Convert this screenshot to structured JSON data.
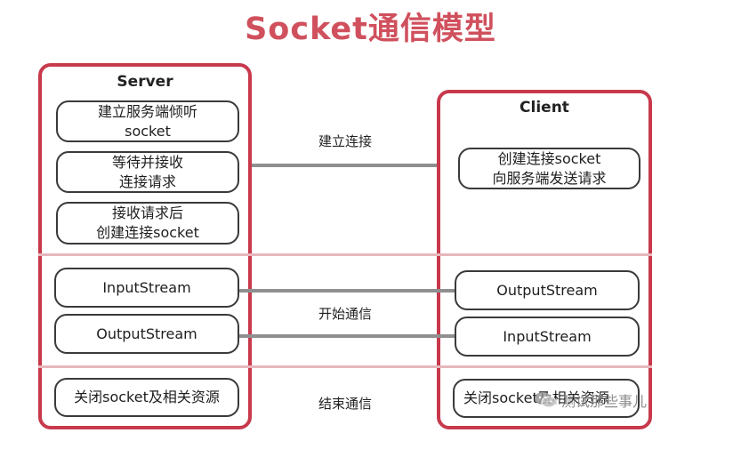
{
  "title": "Socket通信模型",
  "server": {
    "title": "Server",
    "steps": [
      {
        "line1": "建立服务端倾听",
        "line2": "socket"
      },
      {
        "line1": "等待并接收",
        "line2": "连接请求"
      },
      {
        "line1": "接收请求后",
        "line2": "创建连接socket"
      }
    ],
    "stream_in": "InputStream",
    "stream_out": "OutputStream",
    "close": "关闭socket及相关资源"
  },
  "client": {
    "title": "Client",
    "connect": {
      "line1": "创建连接socket",
      "line2": "向服务端发送请求"
    },
    "stream_out": "OutputStream",
    "stream_in": "InputStream",
    "close": "关闭socket及相关资源"
  },
  "stages": {
    "connect": "建立连接",
    "communicate": "开始通信",
    "finish": "结束通信"
  },
  "watermark": {
    "text": "测试那些事儿",
    "icon": "wechat-icon"
  },
  "colors": {
    "accent": "#c8394c",
    "title": "#d0505d",
    "connector": "#8f8f8f"
  }
}
